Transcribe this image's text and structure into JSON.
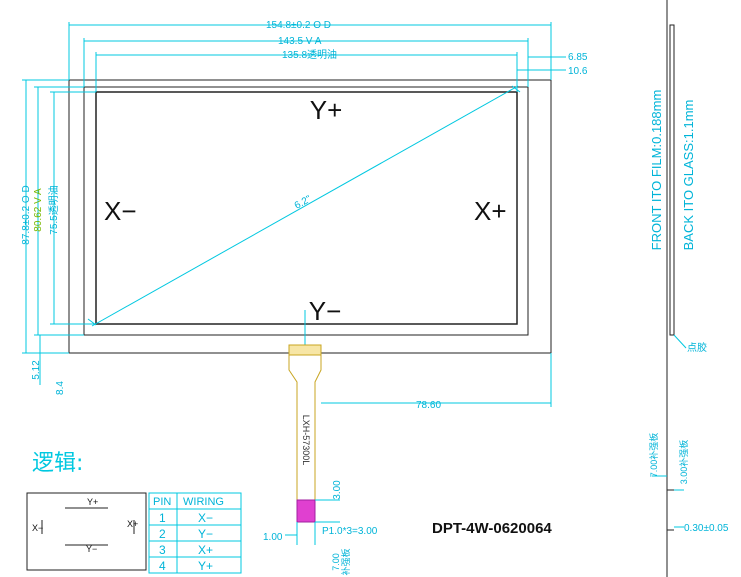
{
  "dimensions": {
    "od_width": "154.8±0.2 O D",
    "va_width": "143.5 V A",
    "clear_width": "135.8透明油",
    "right_gap_1": "6.85",
    "right_gap_2": "10.6",
    "od_height": "87.8±0.2 O D",
    "va_height": "80.62 V A",
    "clear_height": "75.5透明油",
    "bottom_gap_1": "5.12",
    "bottom_gap_2": "8.4",
    "diagonal": "6.2\"",
    "tail_offset": "78.60",
    "tail_label": "LXH-57300L",
    "tail_height": "3.00",
    "pitch": "P1.0*3=3.00",
    "pin_width": "1.00",
    "tail_len": "7.00",
    "tail_note": "补强板"
  },
  "axes": {
    "y_plus": "Y+",
    "y_minus": "Y−",
    "x_minus": "X−",
    "x_plus": "X+"
  },
  "side_view": {
    "front": "FRONT ITO FILM:0.188mm",
    "back": "BACK ITO GLASS:1.1mm",
    "adhesive": "点胶",
    "dim_700": "7.00补强板",
    "dim_300": "3.00补强板",
    "dim_030": "0.30±0.05"
  },
  "logic": {
    "heading": "逻辑:",
    "y_plus": "Y+",
    "y_minus": "Y−",
    "x_minus": "X−",
    "x_plus": "X+",
    "table": {
      "headers": [
        "PIN",
        "WIRING"
      ],
      "rows": [
        {
          "pin": "1",
          "wiring": "X−"
        },
        {
          "pin": "2",
          "wiring": "Y−"
        },
        {
          "pin": "3",
          "wiring": "X+"
        },
        {
          "pin": "4",
          "wiring": "Y+"
        }
      ]
    }
  },
  "part_number": "DPT-4W-0620064"
}
